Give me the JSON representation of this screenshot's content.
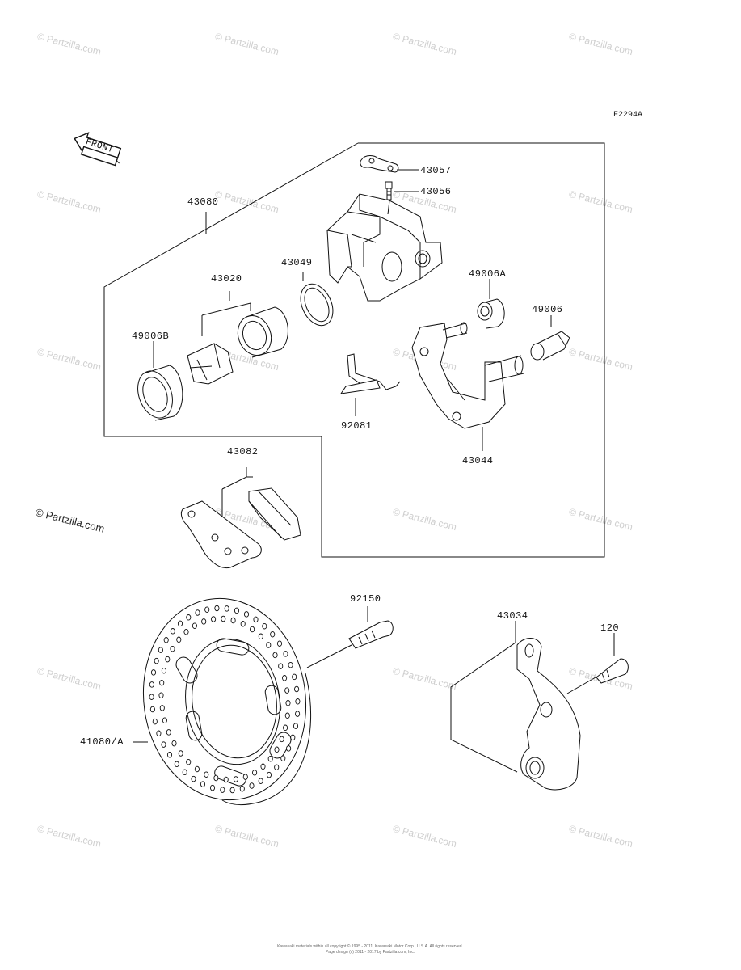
{
  "diagram": {
    "figure_code": "F2294A",
    "front_label": "FRONT",
    "watermark": "© Partzilla.com",
    "parts": [
      {
        "id": "p43057",
        "number": "43057"
      },
      {
        "id": "p43056",
        "number": "43056"
      },
      {
        "id": "p43080",
        "number": "43080"
      },
      {
        "id": "p43049",
        "number": "43049"
      },
      {
        "id": "p43020",
        "number": "43020"
      },
      {
        "id": "p49006A",
        "number": "49006A"
      },
      {
        "id": "p49006",
        "number": "49006"
      },
      {
        "id": "p49006B",
        "number": "49006B"
      },
      {
        "id": "p92081",
        "number": "92081"
      },
      {
        "id": "p43044",
        "number": "43044"
      },
      {
        "id": "p43082",
        "number": "43082"
      },
      {
        "id": "p92150",
        "number": "92150"
      },
      {
        "id": "p43034",
        "number": "43034"
      },
      {
        "id": "p120",
        "number": "120"
      },
      {
        "id": "p41080A",
        "number": "41080/A"
      }
    ],
    "footer": [
      "Kawasaki materials within all copyright © 1995 - 2011, Kawasaki Motor Corp., U.S.A. All rights reserved.",
      "Page design (c) 2011 - 2017 by Partzilla.com, Inc."
    ]
  }
}
